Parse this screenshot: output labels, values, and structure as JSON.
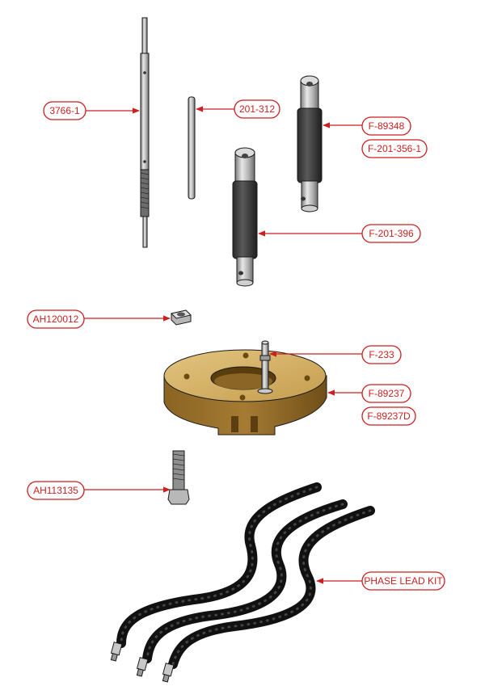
{
  "diagram": {
    "colors": {
      "callout": "#cc1f1f",
      "steel": "#b8b8b8",
      "rubber": "#3a3a3a",
      "bronze": "#c7a35a",
      "cable": "#111111"
    },
    "callouts": {
      "c1": "3766-1",
      "c2": "201-312",
      "c3": "F-89348",
      "c4": "F-201-356-1",
      "c5": "F-201-396",
      "c6": "AH120012",
      "c7": "F-233",
      "c8": "F-89237",
      "c9": "F-89237D",
      "c10": "AH113135",
      "c11": "PHASE LEAD KIT"
    }
  }
}
